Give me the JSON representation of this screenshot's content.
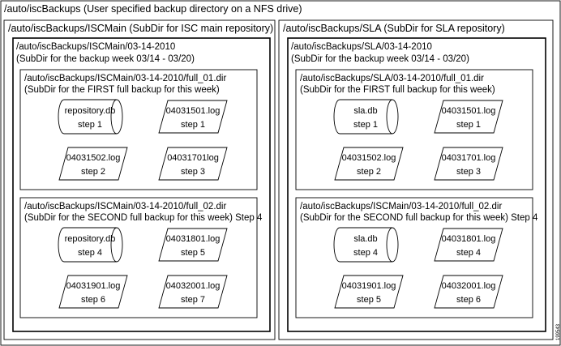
{
  "root": {
    "label": "/auto/iscBackups (User specified backup directory on a NFS drive)"
  },
  "panels": [
    {
      "label": "/auto/iscBackups/ISCMain  (SubDir for ISC main repository)",
      "week": {
        "line1": "/auto/iscBackups/ISCMain/03-14-2010",
        "line2": "(SubDir for the backup week 03/14 - 03/20)",
        "backups": [
          {
            "line1": "/auto/iscBackups/ISCMain/03-14-2010/full_01.dir",
            "line2": "(SubDir for the FIRST full backup for this week)",
            "items": [
              {
                "shape": "cylinder",
                "name": "repository.db",
                "step": "step 1"
              },
              {
                "shape": "parallelogram",
                "name": "04031501.log",
                "step": "step 1"
              },
              {
                "shape": "parallelogram",
                "name": "04031502.log",
                "step": "step 2"
              },
              {
                "shape": "parallelogram",
                "name": "04031701log",
                "step": "step 3"
              }
            ]
          },
          {
            "line1": "/auto/iscBackups/ISCMain/03-14-2010/full_02.dir",
            "line2": "(SubDir for the SECOND full backup for this week) Step 4",
            "items": [
              {
                "shape": "cylinder",
                "name": "repository.db",
                "step": "step 4"
              },
              {
                "shape": "parallelogram",
                "name": "04031801.log",
                "step": "step 5"
              },
              {
                "shape": "parallelogram",
                "name": "04031901.log",
                "step": "step 6"
              },
              {
                "shape": "parallelogram",
                "name": "04032001.log",
                "step": "step 7"
              }
            ]
          }
        ]
      }
    },
    {
      "label": "/auto/iscBackups/SLA  (SubDir for SLA repository)",
      "week": {
        "line1": "/auto/iscBackups/SLA/03-14-2010",
        "line2": "(SubDir for the backup week 03/14 - 03/20)",
        "backups": [
          {
            "line1": "/auto/iscBackups/SLA/03-14-2010/full_01.dir",
            "line2": "(SubDir for the FIRST full backup for this week)",
            "items": [
              {
                "shape": "cylinder",
                "name": "sla.db",
                "step": "step 1"
              },
              {
                "shape": "parallelogram",
                "name": "04031501.log",
                "step": "step 1"
              },
              {
                "shape": "parallelogram",
                "name": "04031502.log",
                "step": "step 2"
              },
              {
                "shape": "parallelogram",
                "name": "04031701.log",
                "step": "step 3"
              }
            ]
          },
          {
            "line1": "/auto/iscBackups/ISCMain/03-14-2010/full_02.dir",
            "line2": "(SubDir for the SECOND full backup for this week) Step 4",
            "items": [
              {
                "shape": "cylinder",
                "name": "sla.db",
                "step": "step 4"
              },
              {
                "shape": "parallelogram",
                "name": "04031801.log",
                "step": "step 4"
              },
              {
                "shape": "parallelogram",
                "name": "04031901.log",
                "step": "step 5"
              },
              {
                "shape": "parallelogram",
                "name": "04032001.log",
                "step": "step 6"
              }
            ]
          }
        ]
      }
    }
  ],
  "figure_id": "199543"
}
